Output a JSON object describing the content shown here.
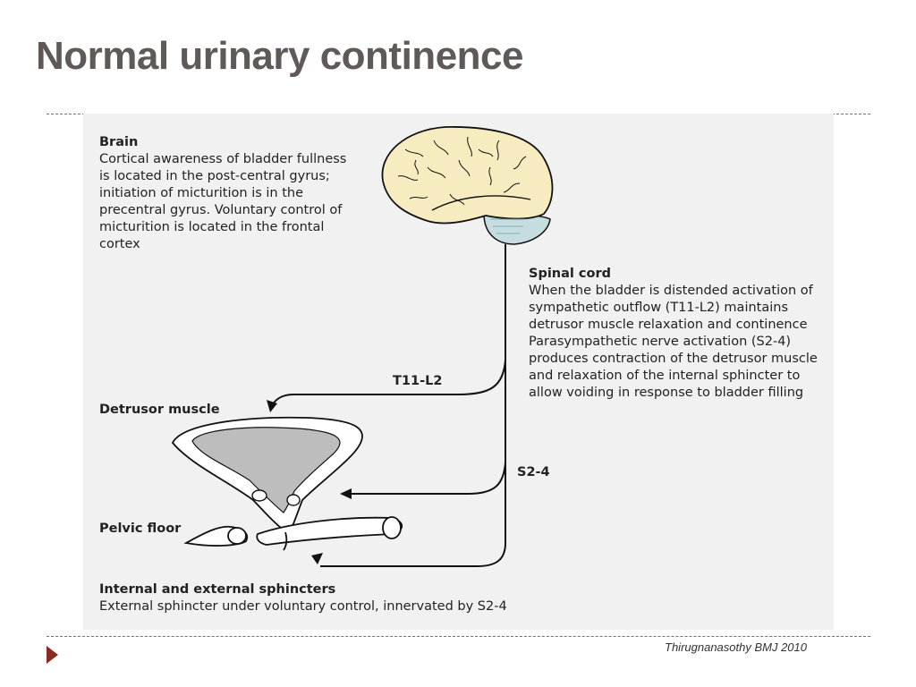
{
  "slide": {
    "title": "Normal urinary continence",
    "citation": "Thirugnanasothy BMJ 2010"
  },
  "brain": {
    "heading": "Brain",
    "body": "Cortical awareness of bladder fullness is located in the post-central gyrus; initiation of micturition is in the precentral gyrus. Voluntary control of micturition is located in the frontal cortex"
  },
  "spinal_cord": {
    "heading": "Spinal cord",
    "body": "When the bladder is distended activation of sympathetic outflow (T11-L2) maintains detrusor muscle relaxation and continence Parasympathetic nerve activation (S2-4) produces contraction of the detrusor muscle and relaxation of the internal sphincter to allow voiding in response to bladder filling"
  },
  "labels": {
    "t11_l2": "T11-L2",
    "s2_4": "S2-4",
    "detrusor": "Detrusor muscle",
    "pelvic_floor": "Pelvic floor"
  },
  "sphincters": {
    "heading": "Internal and external sphincters",
    "body": "External sphincter under voluntary control, innervated by S2-4"
  },
  "colors": {
    "brain_fill": "#f7ecc0",
    "cerebellum_fill": "#c6dde0",
    "bladder_fill": "#bdbdbd",
    "line": "#111111",
    "rule": "#b05a50",
    "bullet": "#8b2a23"
  }
}
